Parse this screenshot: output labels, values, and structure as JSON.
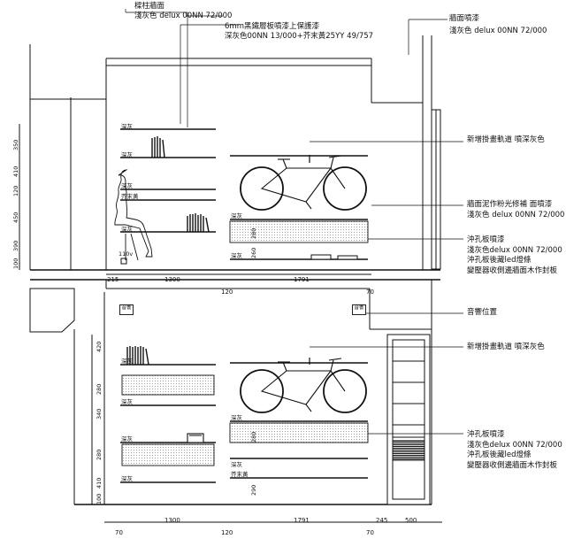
{
  "annotations": {
    "column_wall_title": "樑柱牆面",
    "column_wall_paint": "淺灰色 delux 00NN 72/000",
    "shelf_spec_1": "6mm黑鐵層板噴漆上保護漆",
    "shelf_spec_2": "深灰色00NN 13/000+芥末黃25YY 49/757",
    "wall_title": "牆面噴漆",
    "wall_paint": "淺灰色 delux 00NN 72/000",
    "rail_top": "新增掛畫軌道 噴深灰色",
    "plaster_1": "牆面泥作粉光修補 面噴漆",
    "plaster_2": "淺灰色 delux 00NN 72/000",
    "perf_top_1": "沖孔板噴漆",
    "perf_top_2": "淺灰色delux 00NN 72/000",
    "perf_top_3": "沖孔板後藏led燈條",
    "perf_top_4": "變壓器收側邊牆面木作封板",
    "speaker": "音響位置",
    "rail_bottom": "新增掛畫軌道 噴深灰色",
    "perf_bot_1": "沖孔板噴漆",
    "perf_bot_2": "淺灰色delux 00NN 72/000",
    "perf_bot_3": "沖孔板後藏led燈條",
    "perf_bot_4": "變壓器收側邊牆面木作封板"
  },
  "tags": {
    "dark_gray": "深灰",
    "mustard": "芥末黃",
    "outlet": "110v",
    "speaker_box": "音響"
  },
  "dims_top_left": [
    "350",
    "410",
    "120",
    "450",
    "390",
    "100"
  ],
  "dims_top_inner": [
    "280",
    "260"
  ],
  "dims_mid": [
    "215",
    "1300",
    "120",
    "1791",
    "70"
  ],
  "dims_bot_left": [
    "420",
    "280",
    "340",
    "280",
    "410",
    "100"
  ],
  "dims_bot_inner": [
    "280",
    "290"
  ],
  "dims_bottom": [
    "70",
    "1300",
    "120",
    "1791",
    "70",
    "245",
    "500"
  ],
  "colors": {
    "line": "#111111",
    "perf_fill": "#d8d8d8",
    "dense": "#111111"
  }
}
